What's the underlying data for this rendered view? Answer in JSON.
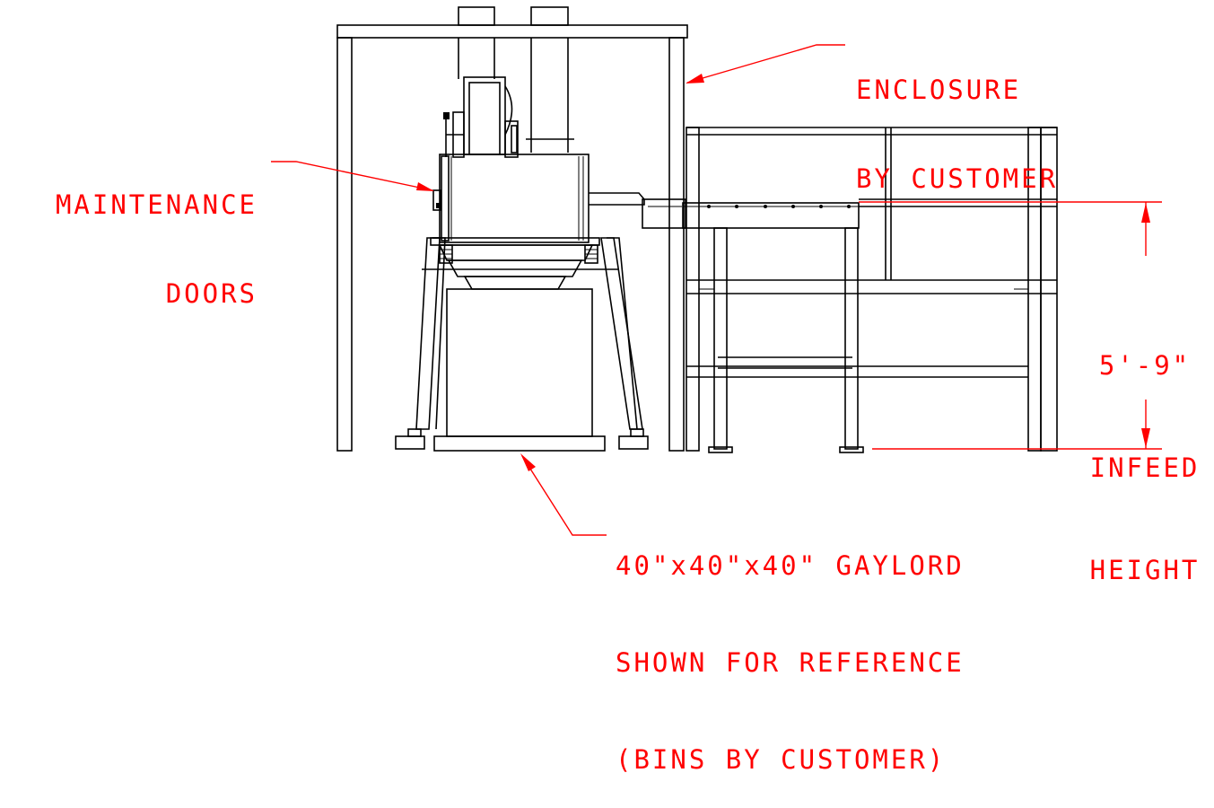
{
  "colors": {
    "annotation": "#ff0000",
    "linework": "#000000",
    "background": "#ffffff"
  },
  "annotations": {
    "enclosure": [
      "ENCLOSURE",
      "BY CUSTOMER"
    ],
    "maintenance": [
      "MAINTENANCE",
      "DOORS"
    ],
    "infeed": [
      "5'-9\"",
      "INFEED",
      "HEIGHT"
    ],
    "gaylord": [
      "40\"x40\"x40\" GAYLORD",
      "SHOWN FOR REFERENCE",
      "(BINS BY CUSTOMER)"
    ]
  }
}
